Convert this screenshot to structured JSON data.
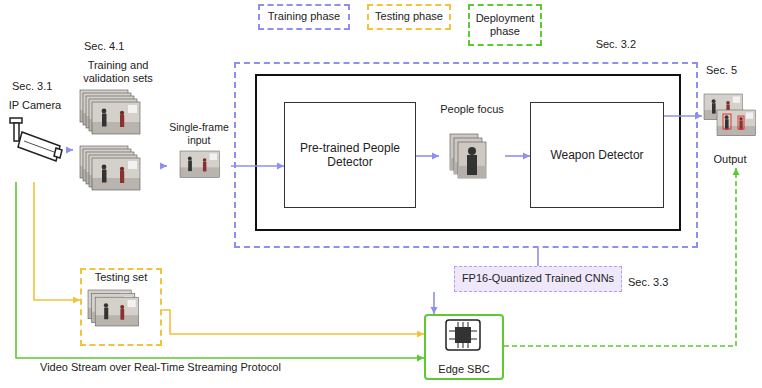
{
  "diagram": {
    "nodes": [
      {
        "text": [
          "IP Camera"
        ]
      },
      {
        "text": [
          "Training and validation sets"
        ]
      },
      {
        "text": [
          "Single-frame input"
        ]
      },
      {
        "text": [
          "Sec. 3.2"
        ]
      },
      {
        "text": [
          "Pre-trained People Detector"
        ],
        "in": 3
      },
      {
        "text": [
          "People focus"
        ],
        "in": 3
      },
      {
        "text": [
          "Weapon Detector"
        ],
        "in": 3
      },
      {
        "text": [
          "Output"
        ]
      },
      {
        "text": [
          "Testing set"
        ]
      },
      {
        "text": [
          "FP16-Quantized Trained CNNs"
        ]
      },
      {
        "text": [
          "Edge SBC"
        ]
      }
    ],
    "edges": [
      {
        "from": 0,
        "to": 1,
        "arrow": "to"
      },
      {
        "from": 1,
        "to": 2,
        "arrow": "to"
      },
      {
        "from": 2,
        "to": 4,
        "arrow": "to"
      },
      {
        "from": 4,
        "to": 5,
        "arrow": "to"
      },
      {
        "from": 5,
        "to": 6,
        "arrow": "to"
      },
      {
        "from": 6,
        "to": 7,
        "arrow": "to"
      },
      {
        "from": 3,
        "to": 9,
        "arrow": "none"
      },
      {
        "from": 9,
        "to": 10,
        "arrow": "to"
      },
      {
        "from": 0,
        "to": 8,
        "arrow": "to"
      },
      {
        "from": 8,
        "to": 10,
        "arrow": "to"
      },
      {
        "from": 0,
        "to": 10,
        "label": "Video Stream over Real-Time Streaming Protocol",
        "arrow": "to"
      },
      {
        "from": 10,
        "to": 7,
        "arrow": "to"
      }
    ],
    "labels": [
      "Sec. 3.1",
      "Sec. 4.1",
      "Sec. 5",
      "Sec. 3.3"
    ],
    "legend": [
      {
        "text": "Training phase"
      },
      {
        "text": "Testing phase"
      },
      {
        "text": "Deployment phase"
      }
    ]
  }
}
